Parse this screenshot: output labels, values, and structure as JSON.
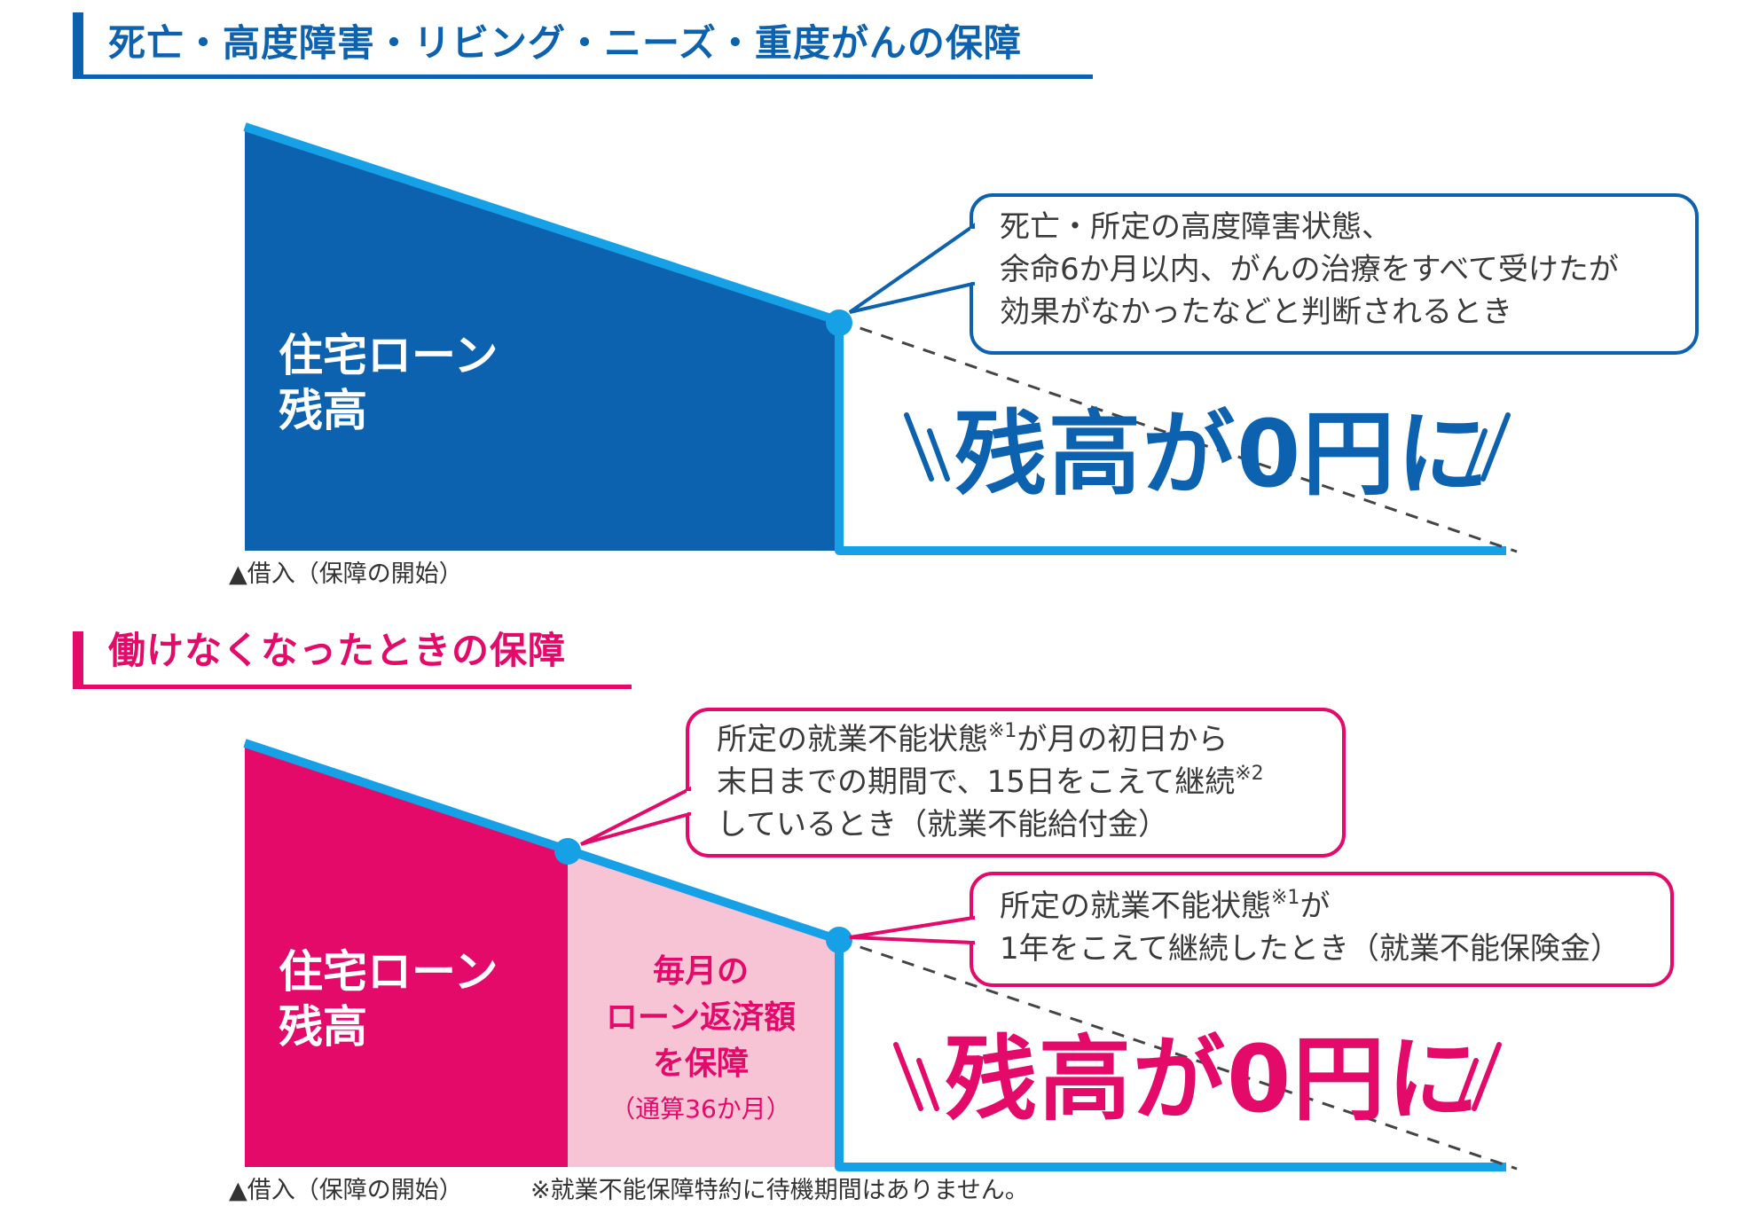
{
  "section1": {
    "title": "死亡・高度障害・リビング・ニーズ・重度がんの保障",
    "balance_line1": "住宅ローン",
    "balance_line2": "残高",
    "callout_line1": "死亡・所定の高度障害状態、",
    "callout_line2": "余命6か月以内、がんの治療をすべて受けたが",
    "callout_line3": "効果がなかったなどと判断されるとき",
    "zero_text": "残高が0円に",
    "borrow_note": "▲借入（保障の開始）"
  },
  "section2": {
    "title": "働けなくなったときの保障",
    "balance_line1": "住宅ローン",
    "balance_line2": "残高",
    "monthly_line1": "毎月の",
    "monthly_line2": "ローン返済額",
    "monthly_line3": "を保障",
    "monthly_line4": "（通算36か月）",
    "callout1_line1a": "所定の就業不能状態",
    "callout1_sup1": "※1",
    "callout1_line1b": "が月の初日から",
    "callout1_line2a": "末日までの期間で、15日をこえて継続",
    "callout1_sup2": "※2",
    "callout1_line3": "しているとき（就業不能給付金）",
    "callout2_line1a": "所定の就業不能状態",
    "callout2_sup1": "※1",
    "callout2_line1b": "が",
    "callout2_line2": "1年をこえて継続したとき（就業不能保険金）",
    "zero_text": "残高が0円に",
    "borrow_note": "▲借入（保障の開始）",
    "footnote": "※就業不能保障特約に待機期間はありません。"
  },
  "colors": {
    "blue_dark": "#0d62b0",
    "blue_light": "#16a0e6",
    "pink": "#e30a6a",
    "pink_light": "#f6c4d4"
  }
}
